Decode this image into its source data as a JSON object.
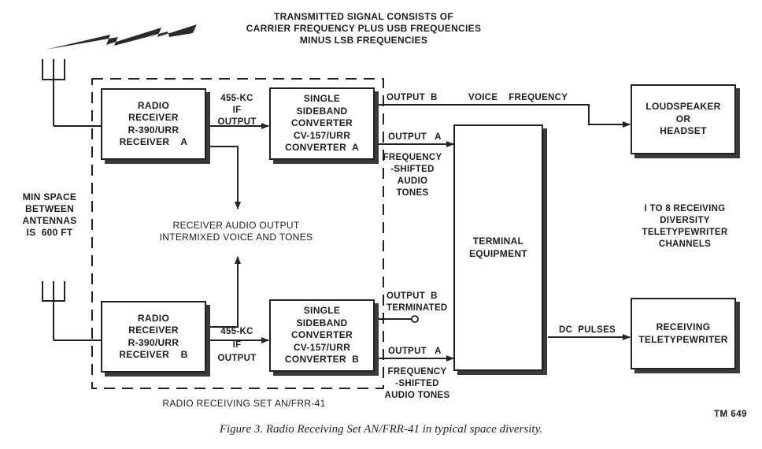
{
  "transmitted_signal_note": "TRANSMITTED SIGNAL CONSISTS OF\nCARRIER FREQUENCY PLUS USB FREQUENCIES\nMINUS LSB FREQUENCIES",
  "antenna_spacing_note": "MIN SPACE\nBETWEEN\nANTENNAS\nIS  600 FT",
  "blocks": {
    "receiver_a": "RADIO\nRECEIVER\nR-390/URR\nRECEIVER    A",
    "receiver_b": "RADIO\nRECEIVER\nR-390/URR\nRECEIVER    B",
    "converter_a": "SINGLE\nSIDEBAND\nCONVERTER\nCV-157/URR\nCONVERTER  A",
    "converter_b": "SINGLE\nSIDEBAND\nCONVERTER\nCV-157/URR\nCONVERTER  B",
    "terminal_equipment": "TERMINAL\nEQUIPMENT",
    "loudspeaker": "LOUDSPEAKER\nOR\nHEADSET",
    "teletypewriter": "RECEIVING\nTELETYPEWRITER"
  },
  "labels": {
    "if_output_a": "455-KC\nIF\nOUTPUT",
    "if_output_b": "455-KC\nIF\nOUTPUT",
    "output_b_top": "OUTPUT  B",
    "voice_frequency": "VOICE    FREQUENCY",
    "output_a_top": "OUTPUT   A",
    "fsk_tones_top": "FREQUENCY\n-SHIFTED\nAUDIO\nTONES",
    "receiver_audio_output": "RECEIVER AUDIO OUTPUT\nINTERMIXED VOICE AND TONES",
    "output_b_terminated": "OUTPUT  B\nTERMINATED",
    "output_a_bottom": "OUTPUT   A",
    "fsk_tones_bottom": "FREQUENCY\n-SHIFTED\nAUDIO TONES",
    "dc_pulses": "DC  PULSES",
    "diversity_channels": "I TO 8 RECEIVING\nDIVERSITY\nTELETYPEWRITER\nCHANNELS",
    "set_name": "RADIO RECEIVING SET AN/FRR-41"
  },
  "caption": "Figure 3.  Radio Receiving Set AN/FRR-41 in typical space diversity.",
  "figure_id": "TM 649"
}
